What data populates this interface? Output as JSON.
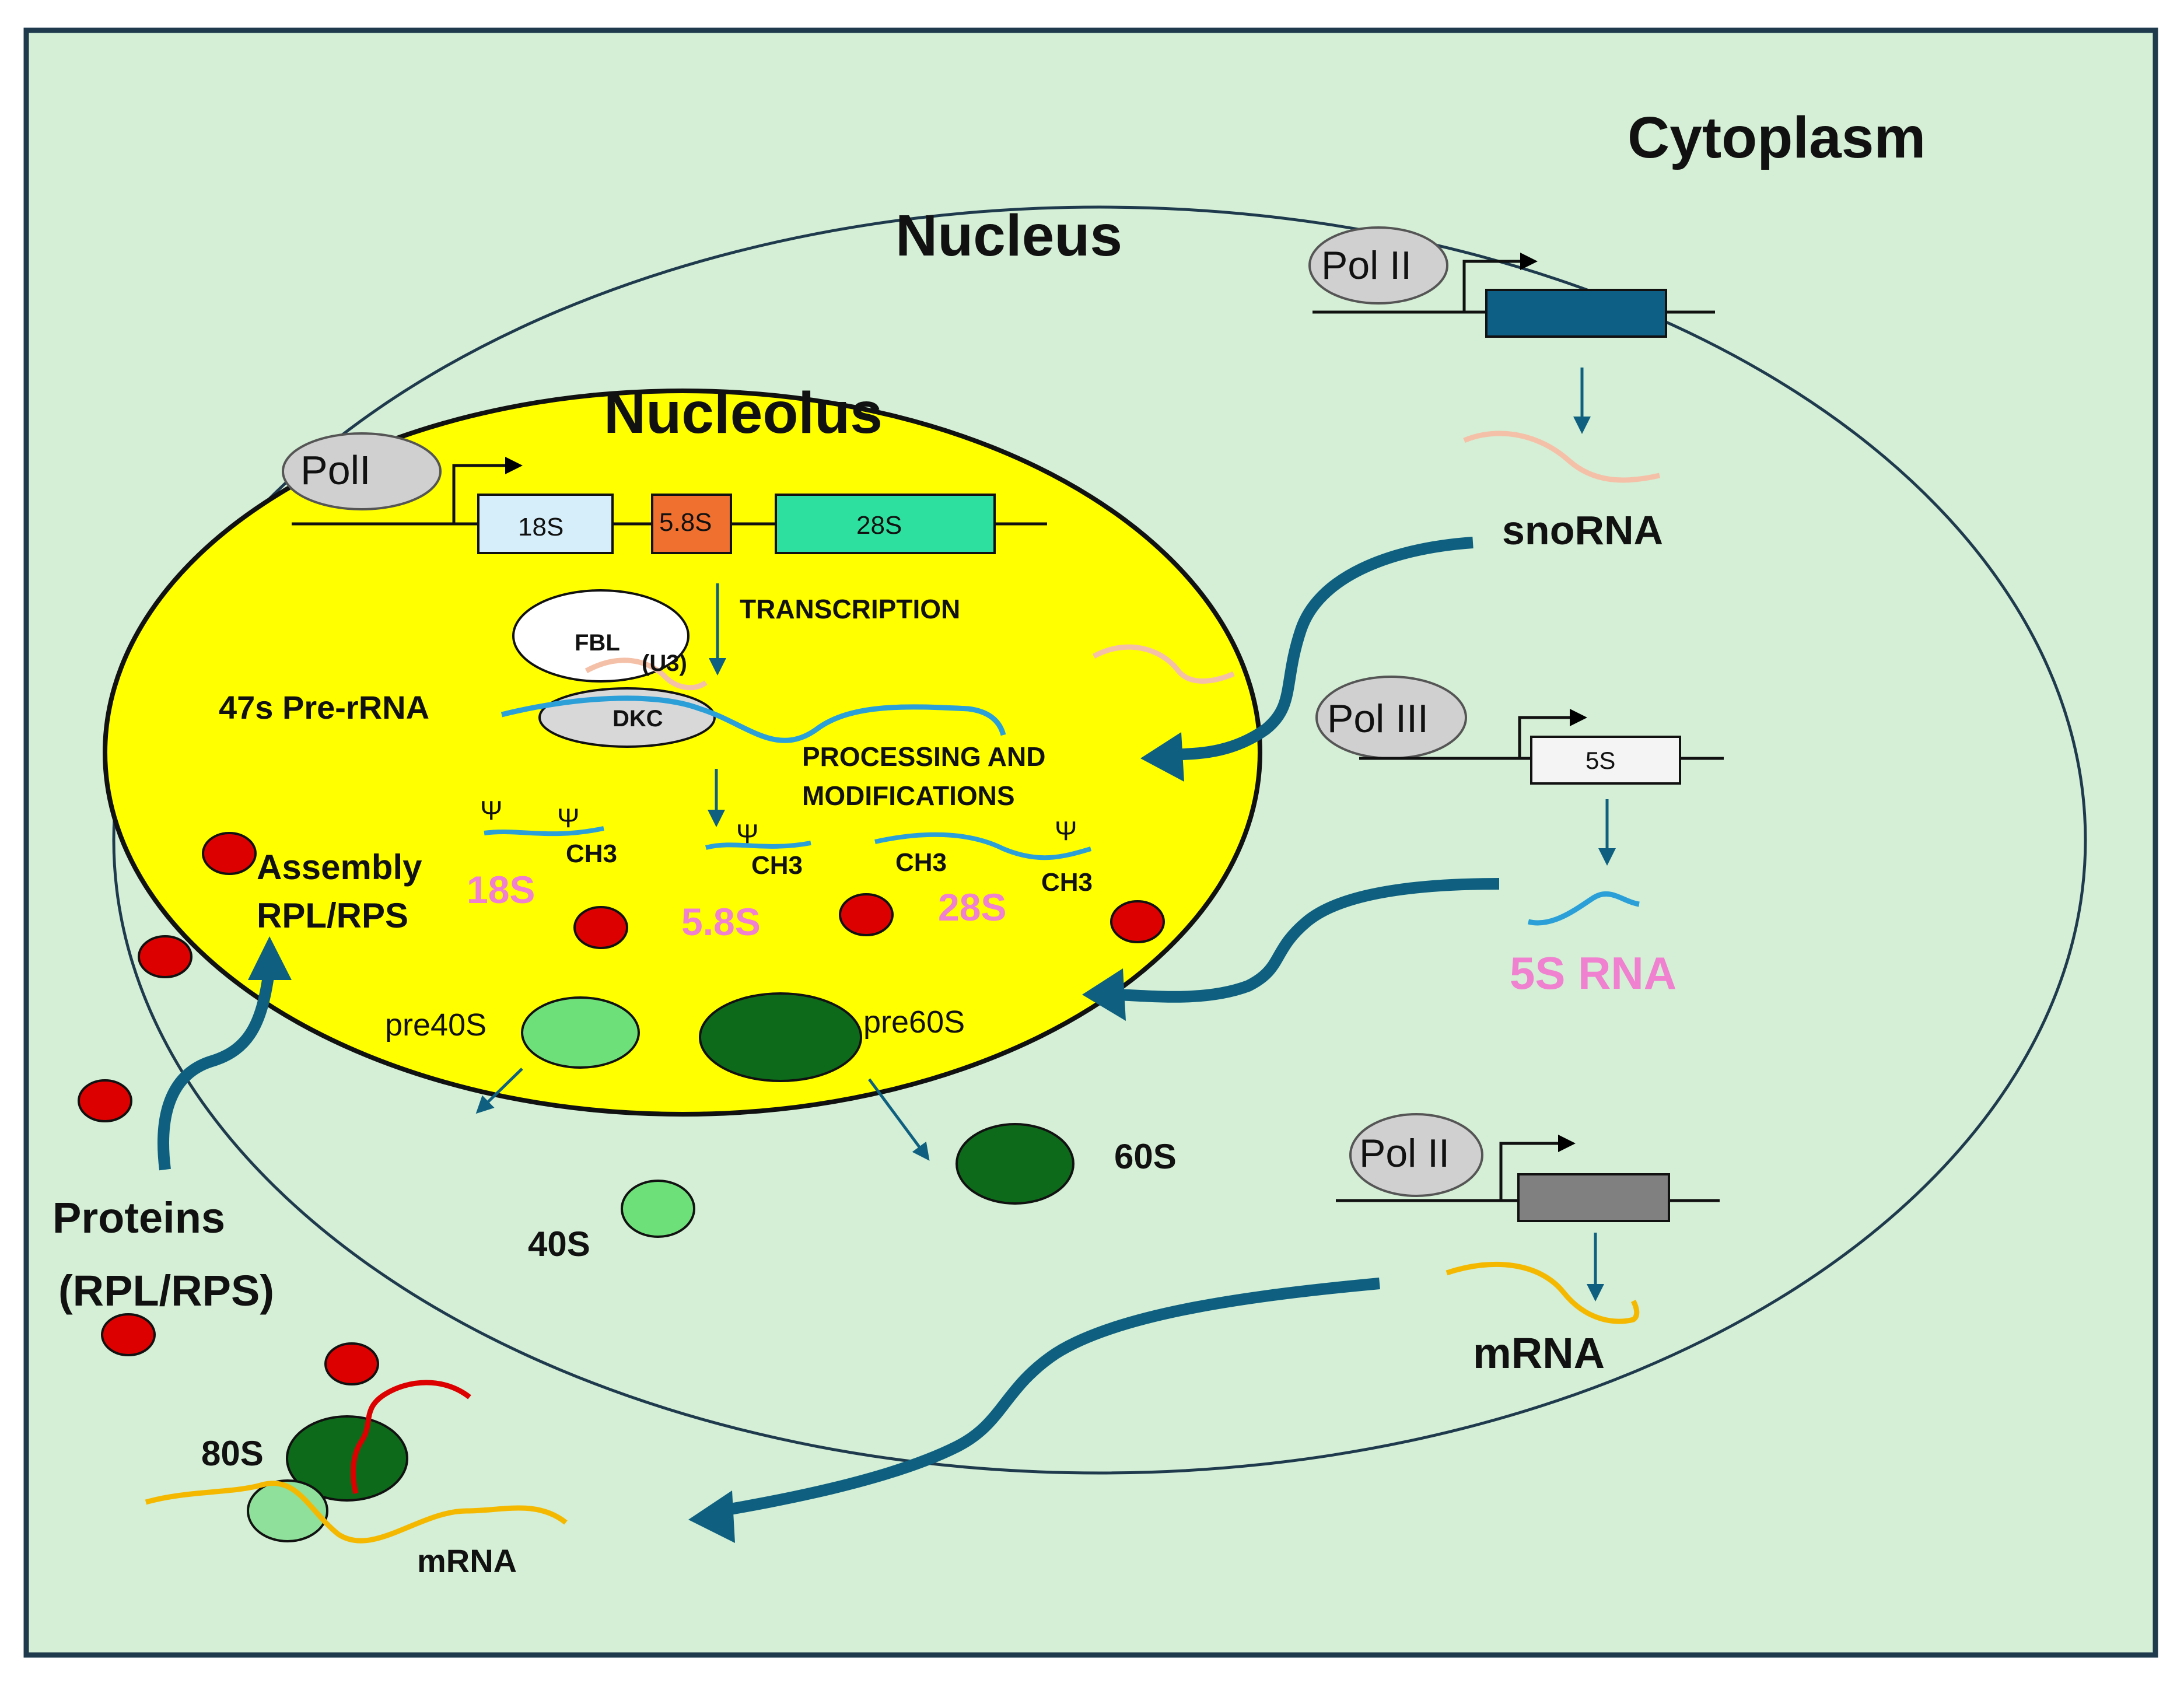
{
  "labels": {
    "cytoplasm": "Cytoplasm",
    "nucleus": "Nucleus",
    "nucleolus": "Nucleolus",
    "pol_i": "PolI",
    "gene_18s": "18S",
    "gene_58s": "5.8S",
    "gene_28s": "28S",
    "transcription": "TRANSCRIPTION",
    "fbl": "FBL",
    "u3": "(U3)",
    "dkc": "DKC",
    "pre_rrna": "47s Pre-rRNA",
    "processing_line1": "PROCESSING AND",
    "processing_line2": "MODIFICATIONS",
    "psi": "Ψ",
    "ch3": "CH3",
    "rrna_18s": "18S",
    "rrna_58s": "5.8S",
    "rrna_28s": "28S",
    "assembly_line1": "Assembly",
    "assembly_line2": "RPL/RPS",
    "pre40s": "pre40S",
    "pre60s": "pre60S",
    "s60": "60S",
    "s40": "40S",
    "s80": "80S",
    "proteins_line1": "Proteins",
    "proteins_line2": "(RPL/RPS)",
    "mrna_cyto": "mRNA",
    "pol_ii_top": "Pol II",
    "snorna": "snoRNA",
    "pol_iii": "Pol III",
    "gene_5s": "5S",
    "rna_5s": "5S RNA",
    "pol_ii_bottom": "Pol II",
    "mrna_nuc": "mRNA"
  },
  "colors": {
    "border": "#1f3a4d",
    "cell": "#d4efd5",
    "nucleolus": "#ffff00",
    "flow_arrow": "#0f6080",
    "box_18s": "#d6eefa",
    "box_58s": "#f07030",
    "box_28s": "#2ee0a0",
    "pink_label": "#f080d0",
    "rrna": "#2b9fd8",
    "snorna": "#f5c0a8",
    "mrna": "#f5b800",
    "red_protein": "#dd0000",
    "dark_green": "#0d6a1a",
    "light_green": "#6ee07a",
    "poly_grey": "#d8d8d8",
    "gene_dark": "#0d5f86",
    "gene_grey": "#808080"
  }
}
